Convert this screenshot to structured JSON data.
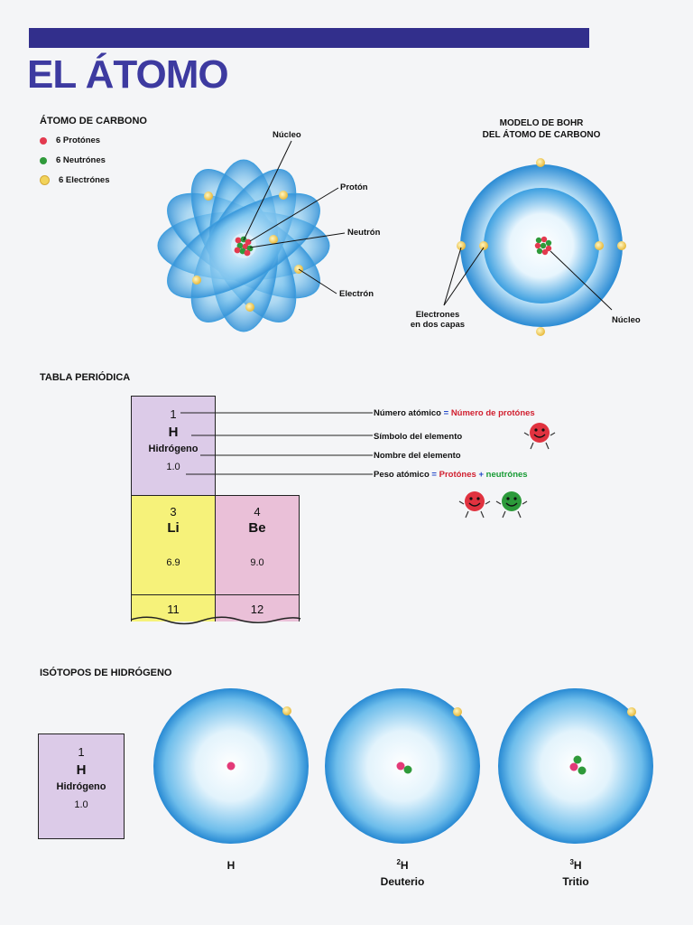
{
  "title": "EL ÁTOMO",
  "carbon": {
    "heading": "ÁTOMO DE CARBONO",
    "legend": [
      {
        "label": "6  Protónes",
        "color": "#e33a4f"
      },
      {
        "label": "6  Neutrónes",
        "color": "#2f9a3a"
      },
      {
        "label": "6  Electrónes",
        "color": "#f2d35a"
      }
    ],
    "labels": {
      "nucleus": "Núcleo",
      "proton": "Protón",
      "neutron": "Neutrón",
      "electron": "Electrón"
    }
  },
  "bohr": {
    "heading_line1": "MODELO DE BOHR",
    "heading_line2": "DEL ÁTOMO DE CARBONO",
    "electrons_line1": "Electrones",
    "electrons_line2": "en dos capas",
    "nucleus": "Núcleo"
  },
  "table": {
    "heading": "TABLA PERIÓDICA",
    "hydrogen": {
      "number": "1",
      "symbol": "H",
      "name": "Hidrógeno",
      "weight": "1.0"
    },
    "lithium": {
      "number": "3",
      "symbol": "Li",
      "weight": "6.9"
    },
    "beryllium": {
      "number": "4",
      "symbol": "Be",
      "weight": "9.0"
    },
    "row3": [
      "11",
      "12"
    ],
    "annotations": {
      "atomic_number": "Número atómico",
      "equals1": "=",
      "protons_number": "Número de protónes",
      "symbol": "Símbolo del elemento",
      "name": "Nombre del elemento",
      "atomic_weight": "Peso atómico",
      "equals2": "=",
      "protons": "Protónes",
      "plus": "+",
      "neutrons": "neutrónes"
    }
  },
  "isotopes": {
    "heading": "ISÓTOPOS DE HIDRÓGENO",
    "card": {
      "number": "1",
      "symbol": "H",
      "name": "Hidrógeno",
      "weight": "1.0"
    },
    "items": [
      {
        "sup": "",
        "symbol": "H",
        "name": ""
      },
      {
        "sup": "2",
        "symbol": "H",
        "name": "Deuterio"
      },
      {
        "sup": "3",
        "symbol": "H",
        "name": "Tritio"
      }
    ]
  },
  "colors": {
    "accent": "#3d3aa0",
    "bar": "#322f8c",
    "proton": "#e33a4f",
    "neutron": "#2f9a3a",
    "electron": "#f2d35a",
    "orbit": "#49a9e6",
    "lilac": "#dccbe8",
    "yellow": "#f6f27a",
    "pink": "#eac0d8"
  }
}
